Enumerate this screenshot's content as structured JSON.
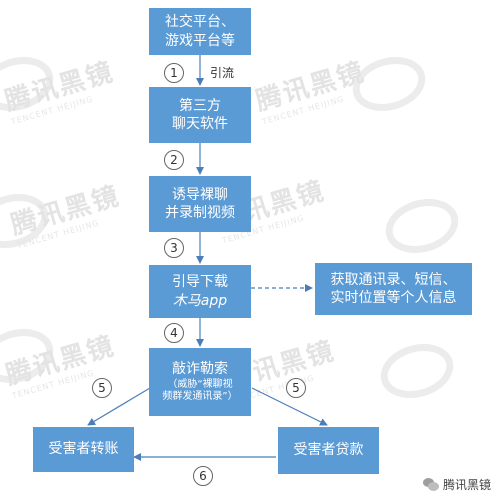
{
  "watermark": {
    "text": "腾讯黑镜",
    "sub": "TENCENT HEIJING"
  },
  "nodes": {
    "social": [
      "社交平台、",
      "游戏平台等"
    ],
    "chat": [
      "第三方",
      "聊天软件"
    ],
    "lure": [
      "诱导裸聊",
      "并录制视频"
    ],
    "trojan": [
      "引导下载",
      "木马app"
    ],
    "info": [
      "获取通讯录、短信、",
      "实时位置等个人信息"
    ],
    "extort": {
      "title": "敲诈勒索",
      "note": [
        "（威胁“裸聊视",
        "频群发通讯录”）"
      ]
    },
    "transfer": "受害者转账",
    "loan": "受害者贷款"
  },
  "steps": [
    "1",
    "2",
    "3",
    "4",
    "5",
    "5",
    "6"
  ],
  "edge_label": "引流",
  "footer": "腾讯黑镜",
  "colors": {
    "box": "#5b9bd5",
    "arrow": "#4a7ebb"
  }
}
